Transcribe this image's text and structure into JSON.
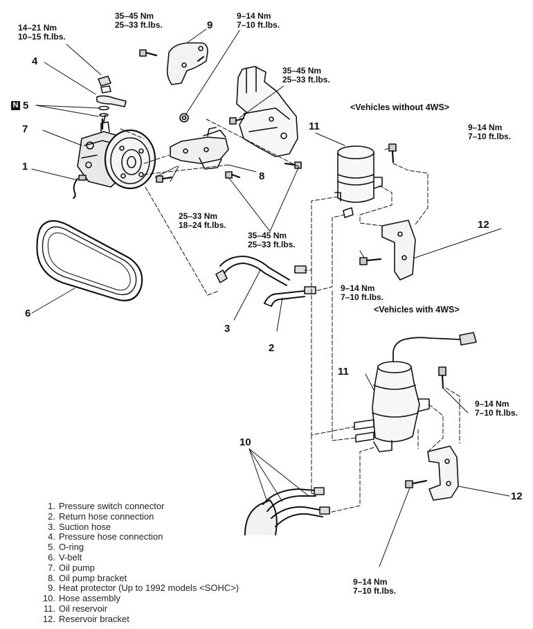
{
  "torques": {
    "t1": {
      "nm": "14–21 Nm",
      "ft": "10–15 ft.lbs."
    },
    "t2": {
      "nm": "35–45 Nm",
      "ft": "25–33 ft.lbs."
    },
    "t3": {
      "nm": "9–14 Nm",
      "ft": "7–10 ft.lbs."
    },
    "t4": {
      "nm": "35–45 Nm",
      "ft": "25–33 ft.lbs."
    },
    "t5": {
      "nm": "9–14 Nm",
      "ft": "7–10 ft.lbs."
    },
    "t6": {
      "nm": "25–33 Nm",
      "ft": "18–24 ft.lbs."
    },
    "t7": {
      "nm": "35–45 Nm",
      "ft": "25–33 ft.lbs."
    },
    "t8": {
      "nm": "9–14 Nm",
      "ft": "7–10 ft.lbs."
    },
    "t9": {
      "nm": "9–14 Nm",
      "ft": "7–10 ft.lbs."
    },
    "t10": {
      "nm": "9–14 Nm",
      "ft": "7–10 ft.lbs."
    }
  },
  "notes": {
    "without_4ws": "<Vehicles without 4WS>",
    "with_4ws": "<Vehicles with 4WS>",
    "n_badge": "N"
  },
  "part_numbers": {
    "p1": "1",
    "p2": "2",
    "p3": "3",
    "p4": "4",
    "p5": "5",
    "p6": "6",
    "p7": "7",
    "p8": "8",
    "p9": "9",
    "p10": "10",
    "p11a": "11",
    "p11b": "11",
    "p12a": "12",
    "p12b": "12"
  },
  "legend": [
    {
      "num": "1.",
      "text": "Pressure switch connector"
    },
    {
      "num": "2.",
      "text": "Return hose connection"
    },
    {
      "num": "3.",
      "text": "Suction hose"
    },
    {
      "num": "4.",
      "text": "Pressure hose connection"
    },
    {
      "num": "5.",
      "text": "O-ring"
    },
    {
      "num": "6.",
      "text": "V-belt"
    },
    {
      "num": "7.",
      "text": "Oil pump"
    },
    {
      "num": "8.",
      "text": "Oil pump bracket"
    },
    {
      "num": "9.",
      "text": "Heat protector (Up to 1992 models <SOHC>)"
    },
    {
      "num": "10.",
      "text": "Hose assembly"
    },
    {
      "num": "11.",
      "text": "Oil reservoir"
    },
    {
      "num": "12.",
      "text": "Reservoir bracket"
    }
  ]
}
